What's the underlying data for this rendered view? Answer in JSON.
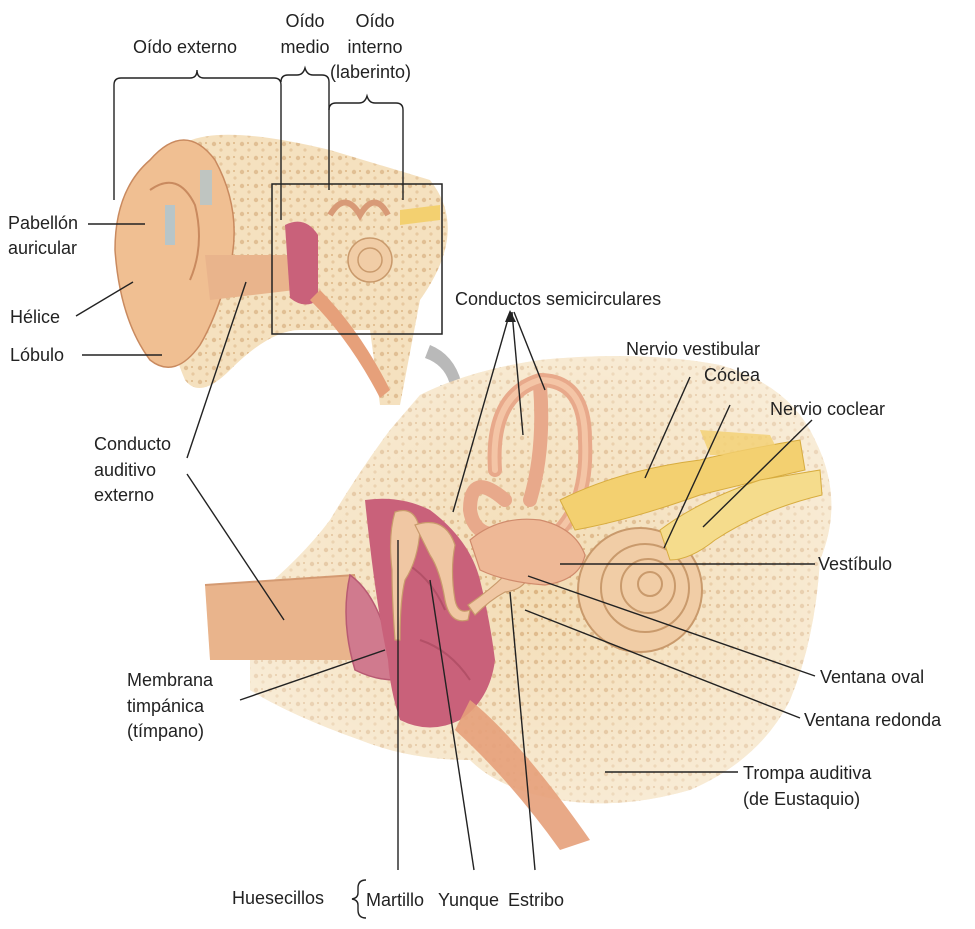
{
  "labels": {
    "oido_externo": "Oído externo",
    "oido_medio_1": "Oído",
    "oido_medio_2": "medio",
    "oido_interno_1": "Oído",
    "oido_interno_2": "interno",
    "oido_interno_3": "(laberinto)",
    "pabellon_1": "Pabellón",
    "pabellon_2": "auricular",
    "helice": "Hélice",
    "lobulo": "Lóbulo",
    "conducto_1": "Conducto",
    "conducto_2": "auditivo",
    "conducto_3": "externo",
    "semicirculares": "Conductos semicirculares",
    "nervio_vestibular": "Nervio vestibular",
    "coclea": "Cóclea",
    "nervio_coclear": "Nervio coclear",
    "vestibulo": "Vestíbulo",
    "ventana_oval": "Ventana oval",
    "ventana_redonda": "Ventana redonda",
    "membrana_1": "Membrana",
    "membrana_2": "timpánica",
    "membrana_3": "(tímpano)",
    "trompa_1": "Trompa auditiva",
    "trompa_2": "(de Eustaquio)",
    "huesecillos": "Huesecillos",
    "martillo": "Martillo",
    "yunque": "Yunque",
    "estribo": "Estribo"
  },
  "colors": {
    "bone": "#f3dcb4",
    "bone_dots": "#d9b27d",
    "canal_skin": "#e9b48c",
    "cavity": "#c9617a",
    "ossicle": "#f0c7a3",
    "nerve": "#f3d070",
    "line": "#222222"
  }
}
